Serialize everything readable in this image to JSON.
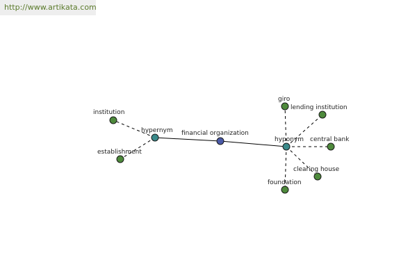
{
  "site_url": "http://www.artikata.com",
  "colors": {
    "center_node": "#4a5aa8",
    "relation_node": "#3a8a8a",
    "leaf_node": "#4e8a3c",
    "node_outline": "#1a1a1a",
    "edge": "#000000",
    "watermark_text": "#5a7a2a"
  },
  "graph": {
    "center": {
      "label": "financial organization"
    },
    "hypernym": {
      "label": "hypernym"
    },
    "hyponym": {
      "label": "hyponym"
    },
    "hypernym_terms": [
      {
        "label": "institution"
      },
      {
        "label": "establishment"
      }
    ],
    "hyponym_terms": [
      {
        "label": "giro"
      },
      {
        "label": "lending institution"
      },
      {
        "label": "central bank"
      },
      {
        "label": "clearing house"
      },
      {
        "label": "foundation"
      }
    ]
  }
}
